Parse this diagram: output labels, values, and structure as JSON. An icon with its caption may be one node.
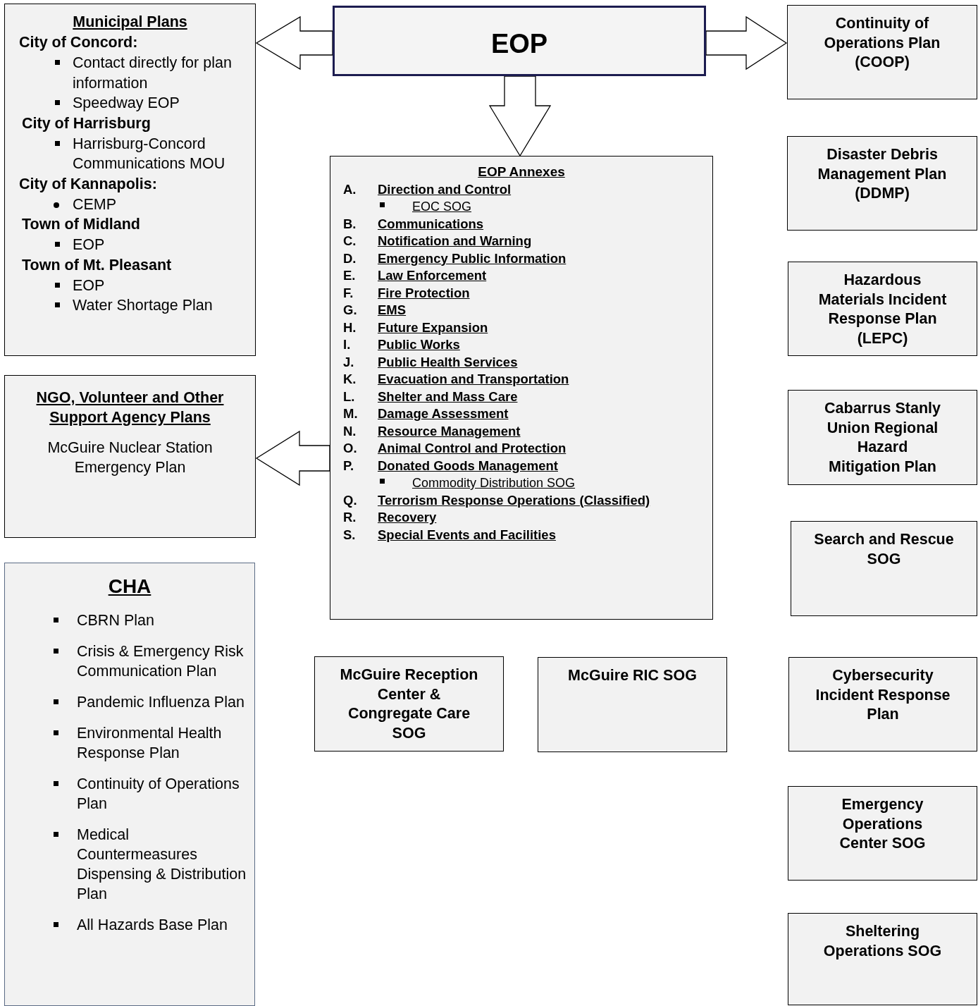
{
  "diagram": {
    "nodes": [
      {
        "text": [
          "EOP"
        ]
      },
      {
        "text": [
          "Municipal Plans",
          "City of Concord:",
          "Contact directly for plan information",
          "Speedway EOP",
          "City of Harrisburg",
          "Harrisburg-Concord Communications MOU",
          "City of Kannapolis:",
          "CEMP",
          "Town of Midland",
          "EOP",
          "Town of Mt. Pleasant",
          "EOP",
          "Water Shortage Plan"
        ]
      },
      {
        "text": [
          "EOP Annexes",
          "A.",
          "Direction and Control",
          "EOC SOG",
          "B.",
          "Communications",
          "C.",
          "Notification and Warning",
          "D.",
          "Emergency Public Information",
          "E.",
          "Law Enforcement",
          "F.",
          "Fire Protection",
          "G.",
          "EMS",
          "H.",
          "Future Expansion",
          "I.",
          "Public Works",
          "J.",
          "Public Health Services",
          "K.",
          "Evacuation and Transportation",
          "L.",
          "Shelter and Mass Care",
          "M.",
          "Damage Assessment",
          "N.",
          "Resource Management",
          "O.",
          "Animal Control and Protection",
          "P.",
          "Donated Goods Management",
          "Commodity Distribution SOG",
          "Q.",
          "Terrorism Response Operations (Classified)",
          "R.",
          "Recovery",
          "S.",
          "Special Events and Facilities"
        ]
      },
      {
        "text": [
          "NGO, Volunteer and Other Support Agency Plans",
          "McGuire Nuclear Station Emergency Plan"
        ]
      },
      {
        "text": [
          "CHA",
          "CBRN Plan",
          "Crisis & Emergency Risk Communication Plan",
          "Pandemic Influenza Plan",
          "Environmental Health Response Plan",
          "Continuity of Operations Plan",
          "Medical Countermeasures Dispensing & Distribution Plan",
          "All Hazards Base Plan"
        ]
      },
      {
        "text": [
          "Continuity of Operations Plan (COOP)"
        ]
      },
      {
        "text": [
          "Disaster Debris Management Plan (DDMP)"
        ]
      },
      {
        "text": [
          "Hazardous Materials Incident Response Plan (LEPC)"
        ]
      },
      {
        "text": [
          "Cabarrus Stanly Union Regional Hazard Mitigation Plan"
        ]
      },
      {
        "text": [
          "Search and Rescue SOG"
        ]
      },
      {
        "text": [
          "McGuire Reception Center & Congregate Care SOG"
        ]
      },
      {
        "text": [
          "McGuire RIC SOG"
        ]
      },
      {
        "text": [
          "Cybersecurity Incident Response Plan"
        ]
      },
      {
        "text": [
          "Emergency Operations Center SOG"
        ]
      },
      {
        "text": [
          "Sheltering Operations SOG"
        ]
      }
    ],
    "edges": [
      {
        "from": 0,
        "to": 1,
        "arrow": "to"
      },
      {
        "from": 0,
        "to": 5,
        "arrow": "to"
      },
      {
        "from": 0,
        "to": 2,
        "arrow": "to"
      },
      {
        "from": 2,
        "to": 3,
        "arrow": "to"
      }
    ]
  }
}
